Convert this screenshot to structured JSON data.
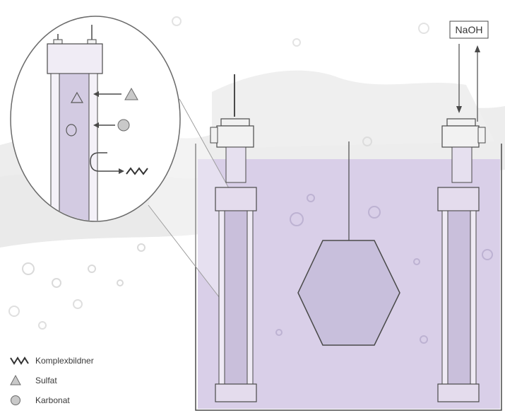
{
  "labels": {
    "chemical": "NaOH"
  },
  "legend": [
    {
      "icon": "zigzag-icon",
      "label": "Komplexbildner"
    },
    {
      "icon": "triangle-icon",
      "label": "Sulfat"
    },
    {
      "icon": "circle-icon",
      "label": "Karbonat"
    }
  ],
  "colors": {
    "liquid": "#d9cfe8",
    "membrane": "#ccc2dd",
    "outline": "#4a4a4a",
    "hexagon": "#c8bfdc",
    "background_spray": "#e4e4e4"
  }
}
